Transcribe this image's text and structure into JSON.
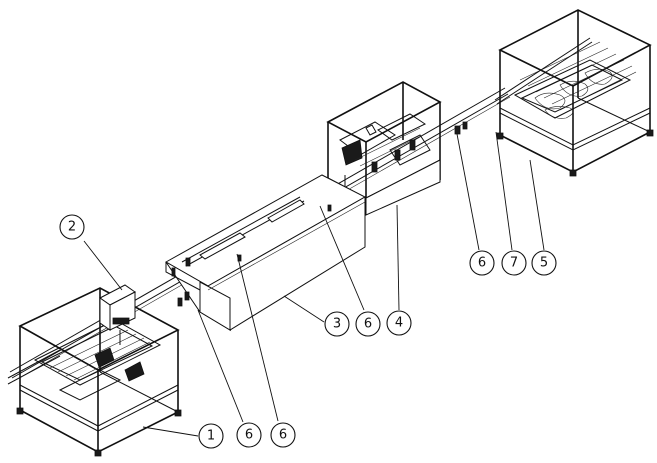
{
  "callouts": [
    {
      "id": "c1",
      "label": "1"
    },
    {
      "id": "c2",
      "label": "2"
    },
    {
      "id": "c3",
      "label": "3"
    },
    {
      "id": "c4",
      "label": "4"
    },
    {
      "id": "c5",
      "label": "5"
    },
    {
      "id": "c6a",
      "label": "6"
    },
    {
      "id": "c6b",
      "label": "6"
    },
    {
      "id": "c6c",
      "label": "6"
    },
    {
      "id": "c6d",
      "label": "6"
    },
    {
      "id": "c7",
      "label": "7"
    }
  ]
}
